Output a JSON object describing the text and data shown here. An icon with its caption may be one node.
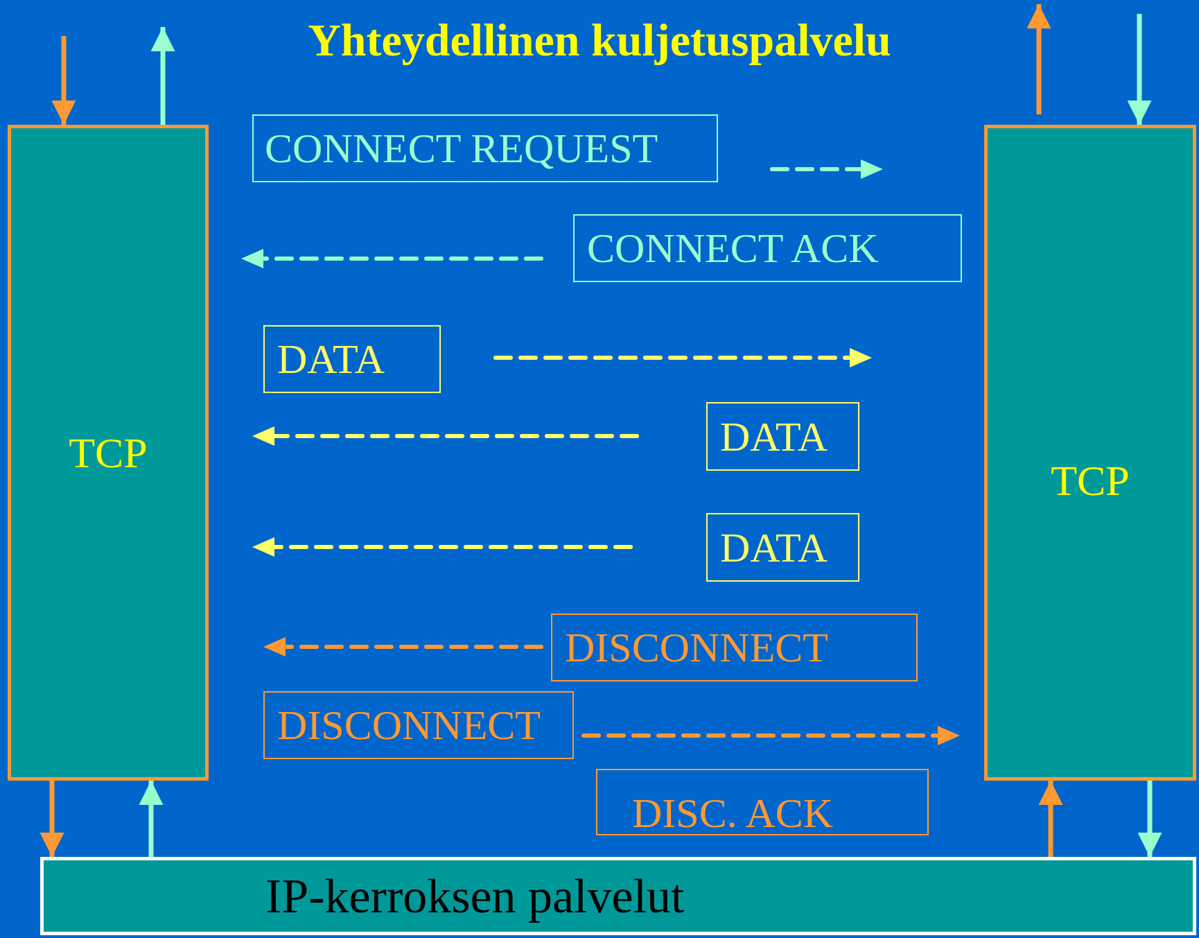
{
  "diagram": {
    "title": "Yhteydellinen kuljetuspalvelu",
    "nodes": [
      {
        "text": [
          "TCP"
        ]
      },
      {
        "text": [
          "TCP"
        ]
      },
      {
        "text": [
          "IP-kerroksen palvelut"
        ]
      },
      {
        "text": [
          "CONNECT REQUEST"
        ]
      },
      {
        "text": [
          "CONNECT ACK"
        ]
      },
      {
        "text": [
          "DATA"
        ]
      },
      {
        "text": [
          "DATA"
        ]
      },
      {
        "text": [
          "DATA"
        ]
      },
      {
        "text": [
          "DISCONNECT"
        ]
      },
      {
        "text": [
          "DISCONNECT"
        ]
      },
      {
        "text": [
          "DISC. ACK"
        ]
      }
    ],
    "edges": [
      {
        "from": null,
        "to": 0,
        "arrow": "to",
        "color": "#ff9933"
      },
      {
        "from": 0,
        "to": null,
        "arrow": "to",
        "color": "#99ffcc"
      },
      {
        "from": 1,
        "to": null,
        "arrow": "to",
        "color": "#ff9933"
      },
      {
        "from": null,
        "to": 1,
        "arrow": "to",
        "color": "#99ffcc"
      },
      {
        "from": 0,
        "to": 2,
        "arrow": "to",
        "color": "#ff9933"
      },
      {
        "from": 2,
        "to": 0,
        "arrow": "to",
        "color": "#99ffcc"
      },
      {
        "from": 2,
        "to": 1,
        "arrow": "to",
        "color": "#ff9933"
      },
      {
        "from": 1,
        "to": 2,
        "arrow": "to",
        "color": "#99ffcc"
      }
    ]
  }
}
